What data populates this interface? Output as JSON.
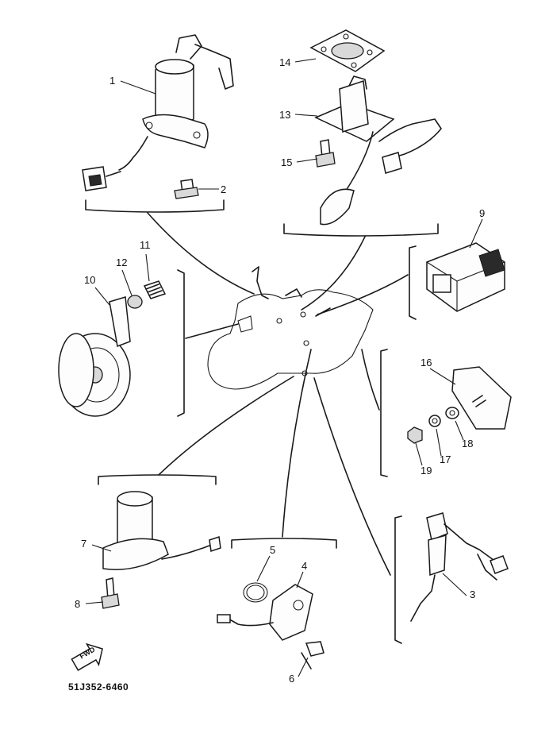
{
  "callouts": [
    {
      "id": "c1",
      "text": "1"
    },
    {
      "id": "c2",
      "text": "2"
    },
    {
      "id": "c3",
      "text": "3"
    },
    {
      "id": "c4",
      "text": "4"
    },
    {
      "id": "c5",
      "text": "5"
    },
    {
      "id": "c6",
      "text": "6"
    },
    {
      "id": "c7",
      "text": "7"
    },
    {
      "id": "c8",
      "text": "8"
    },
    {
      "id": "c9",
      "text": "9"
    },
    {
      "id": "c10",
      "text": "10"
    },
    {
      "id": "c11",
      "text": "11"
    },
    {
      "id": "c12",
      "text": "12"
    },
    {
      "id": "c13",
      "text": "13"
    },
    {
      "id": "c14",
      "text": "14"
    },
    {
      "id": "c15",
      "text": "15"
    },
    {
      "id": "c16",
      "text": "16"
    },
    {
      "id": "c17",
      "text": "17"
    },
    {
      "id": "c18",
      "text": "18"
    },
    {
      "id": "c19",
      "text": "19"
    }
  ],
  "fwd_arrow_text": "FWD",
  "diagram_code": "51J352-6460"
}
